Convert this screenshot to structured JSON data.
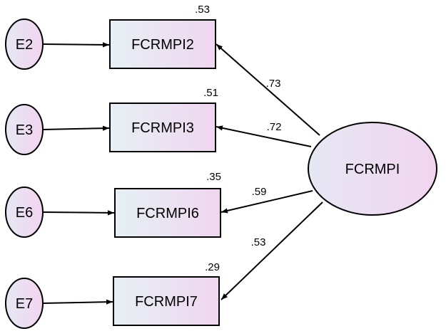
{
  "latent": {
    "label": "FCRMPI"
  },
  "indicators": [
    {
      "label": "FCRMPI2",
      "r2": ".53",
      "loading": ".73",
      "error": "E2"
    },
    {
      "label": "FCRMPI3",
      "r2": ".51",
      "loading": ".72",
      "error": "E3"
    },
    {
      "label": "FCRMPI6",
      "r2": ".35",
      "loading": ".59",
      "error": "E6"
    },
    {
      "label": "FCRMPI7",
      "r2": ".29",
      "loading": ".53",
      "error": "E7"
    }
  ],
  "colors": {
    "gradient_start": "#e6f0f4",
    "gradient_end": "#f0d6f0",
    "stroke": "#000000"
  }
}
